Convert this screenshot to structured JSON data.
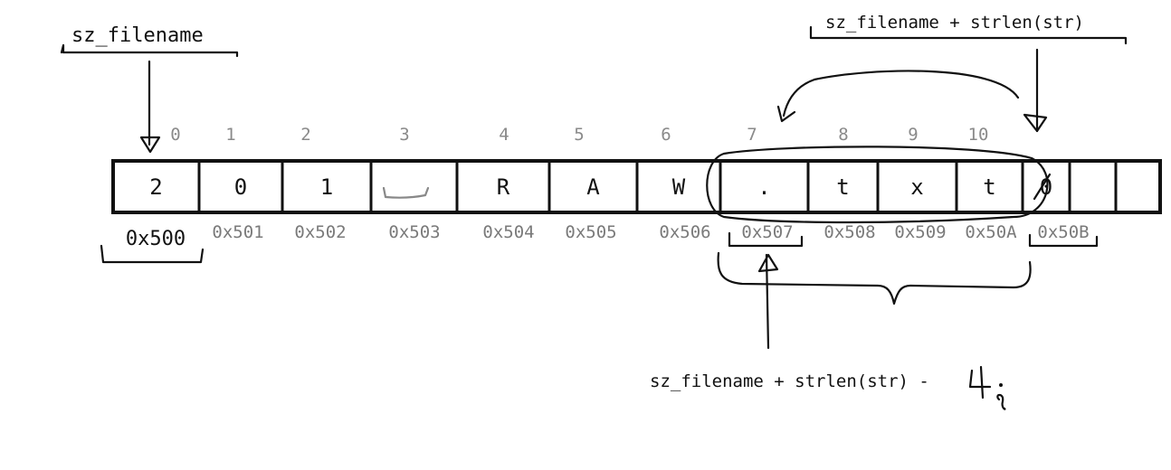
{
  "labels": {
    "pointer_start": "sz_filename",
    "pointer_end": "sz_filename + strlen(str)",
    "pointer_ext": "sz_filename + strlen(str) -"
  },
  "cells": [
    {
      "index": "0",
      "char": "2",
      "address": "0x500"
    },
    {
      "index": "1",
      "char": "0",
      "address": "0x501"
    },
    {
      "index": "2",
      "char": "1",
      "address": "0x502"
    },
    {
      "index": "3",
      "char": "",
      "address": "0x503"
    },
    {
      "index": "4",
      "char": "R",
      "address": "0x504"
    },
    {
      "index": "5",
      "char": "A",
      "address": "0x505"
    },
    {
      "index": "6",
      "char": "W",
      "address": "0x506"
    },
    {
      "index": "7",
      "char": ".",
      "address": "0x507"
    },
    {
      "index": "8",
      "char": "t",
      "address": "0x508"
    },
    {
      "index": "9",
      "char": "x",
      "address": "0x509"
    },
    {
      "index": "10",
      "char": "t",
      "address": "0x50A"
    },
    {
      "index": "",
      "char": "0",
      "address": "0x50B"
    },
    {
      "index": "",
      "char": "",
      "address": ""
    },
    {
      "index": "",
      "char": "",
      "address": ""
    }
  ]
}
